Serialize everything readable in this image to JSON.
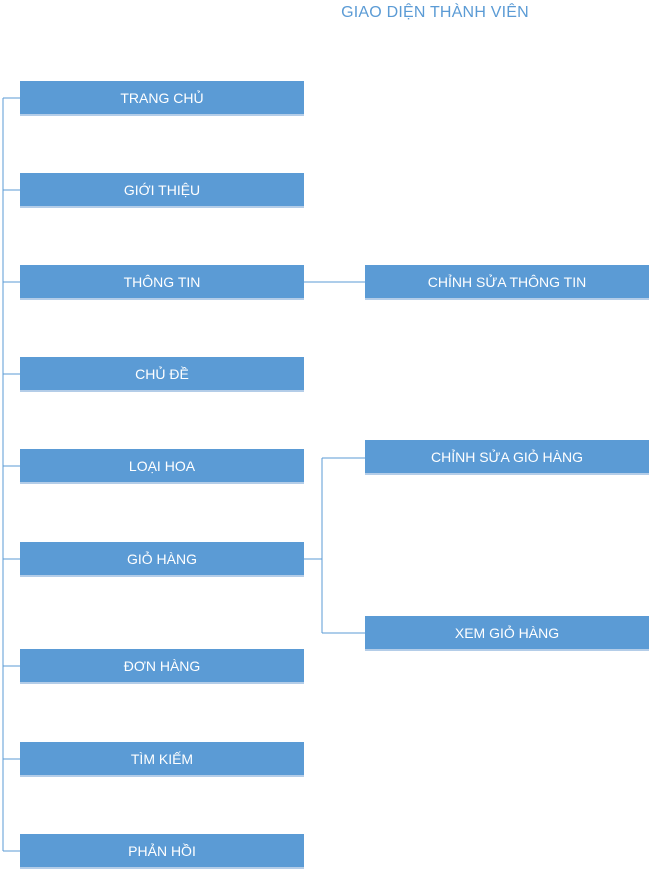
{
  "title": "GIAO DIỆN THÀNH VIÊN",
  "colors": {
    "box_fill": "#5b9bd5",
    "line": "#5b9bd5",
    "title": "#5b9bd5",
    "text": "#ffffff"
  },
  "main_nodes": [
    {
      "label": "TRANG CHỦ"
    },
    {
      "label": "GIỚI THIỆU"
    },
    {
      "label": "THÔNG TIN"
    },
    {
      "label": "CHỦ ĐỀ"
    },
    {
      "label": "LOẠI HOA"
    },
    {
      "label": "GIỎ HÀNG"
    },
    {
      "label": "ĐƠN HÀNG"
    },
    {
      "label": "TÌM KIẾM"
    },
    {
      "label": "PHẢN HỒI"
    }
  ],
  "sub_nodes": [
    {
      "label": "CHỈNH SỬA THÔNG TIN",
      "parent": "THÔNG TIN"
    },
    {
      "label": "CHỈNH SỬA GIỎ HÀNG",
      "parent": "GIỎ HÀNG"
    },
    {
      "label": "XEM GIỎ HÀNG",
      "parent": "GIỎ HÀNG"
    }
  ]
}
